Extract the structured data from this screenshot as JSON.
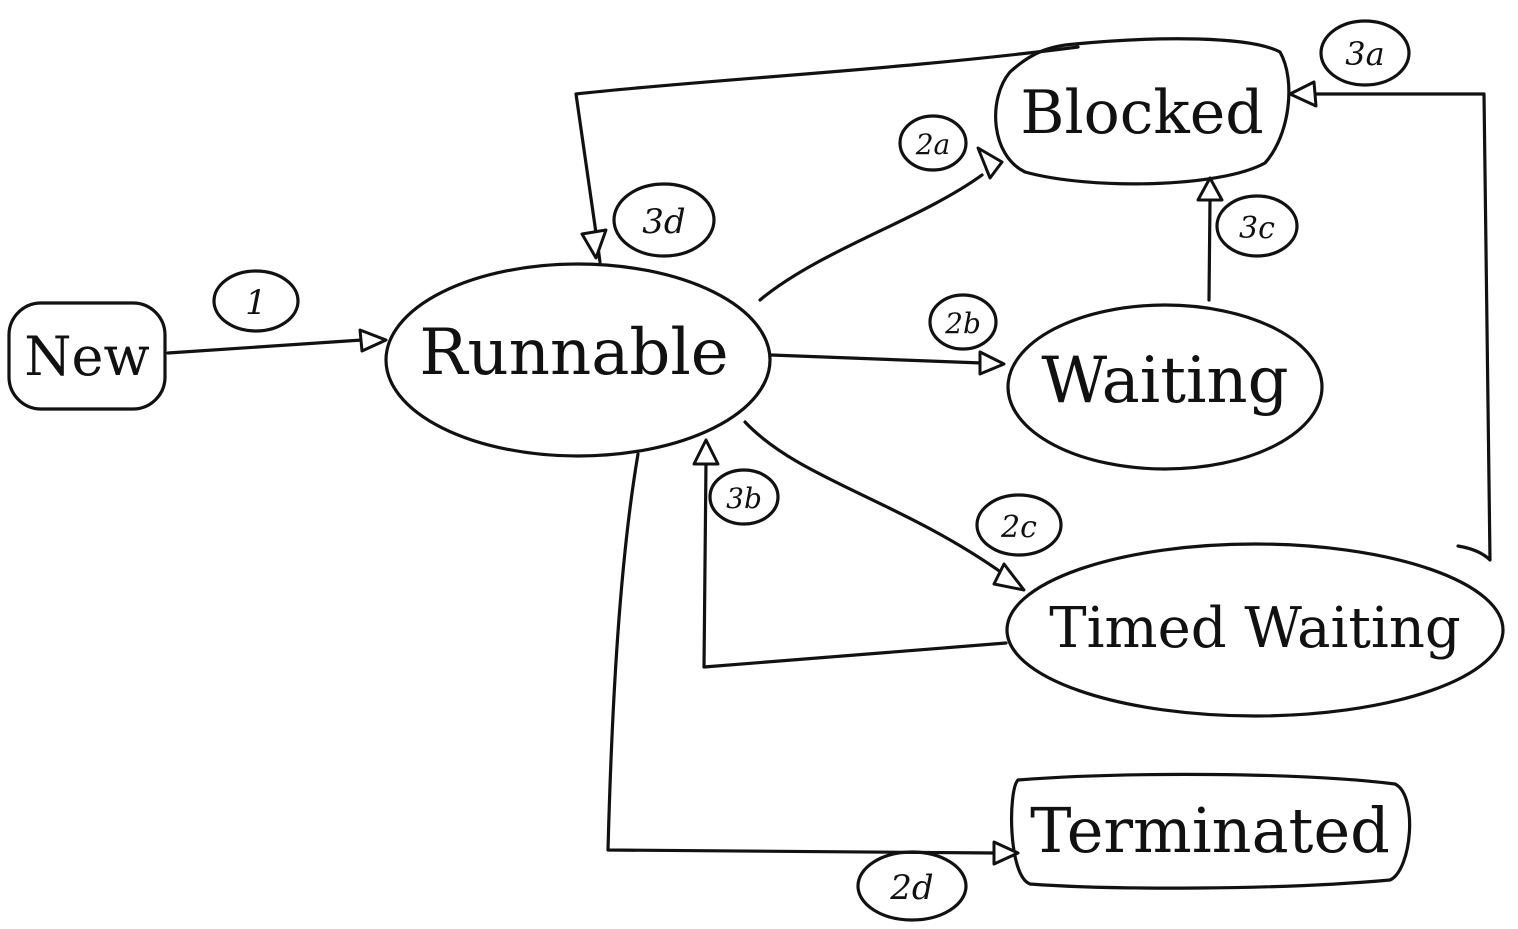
{
  "states": {
    "new": "New",
    "runnable": "Runnable",
    "blocked": "Blocked",
    "waiting": "Waiting",
    "timed_waiting": "Timed Waiting",
    "terminated": "Terminated"
  },
  "transitions": {
    "t1": "1",
    "t2a": "2a",
    "t2b": "2b",
    "t2c": "2c",
    "t2d": "2d",
    "t3a": "3a",
    "t3b": "3b",
    "t3c": "3c",
    "t3d": "3d"
  },
  "colors": {
    "ink": "#111111",
    "paper": "#ffffff"
  }
}
